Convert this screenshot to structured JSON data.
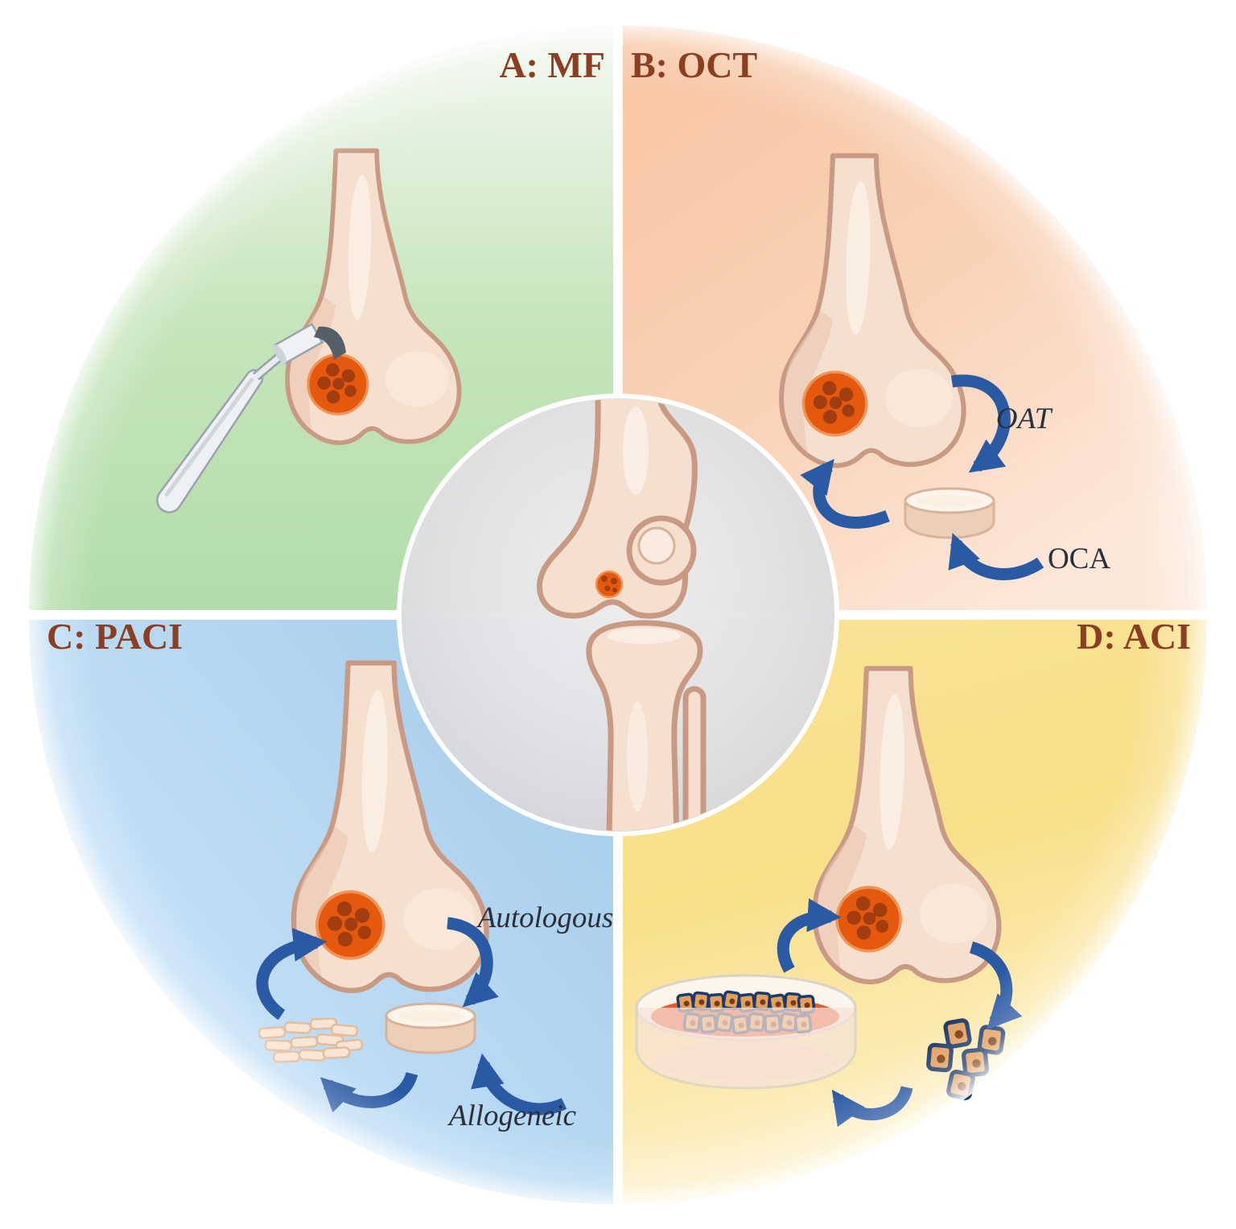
{
  "quadrants": {
    "a": {
      "label": "A: MF"
    },
    "b": {
      "label": "B: OCT",
      "annotations": {
        "oat": "OAT",
        "oca": "OCA"
      }
    },
    "c": {
      "label": "C: PACI",
      "annotations": {
        "autologous": "Autologous",
        "allogeneic": "Allogeneic"
      }
    },
    "d": {
      "label": "D: ACI"
    }
  },
  "palette": {
    "quadrant_a_green": "#b5dcab",
    "quadrant_b_peach": "#f7c4a0",
    "quadrant_c_blue": "#a6cdeb",
    "quadrant_d_yellow": "#f8df88",
    "center_gray": "#d9dadd",
    "label_brown": "#8b3e22",
    "annotation_dark": "#2b2f3a",
    "arrow_blue": "#2b5aa5",
    "defect_orange": "#e4590e",
    "defect_spot_brown": "#a23d10",
    "bone_fill": "#f5dfce",
    "bone_outline": "#c89a84",
    "dish_medium_red": "#e85a2e",
    "cell_outline_navy": "#1c3a6b",
    "cell_fill_tan": "#e2a05f"
  }
}
